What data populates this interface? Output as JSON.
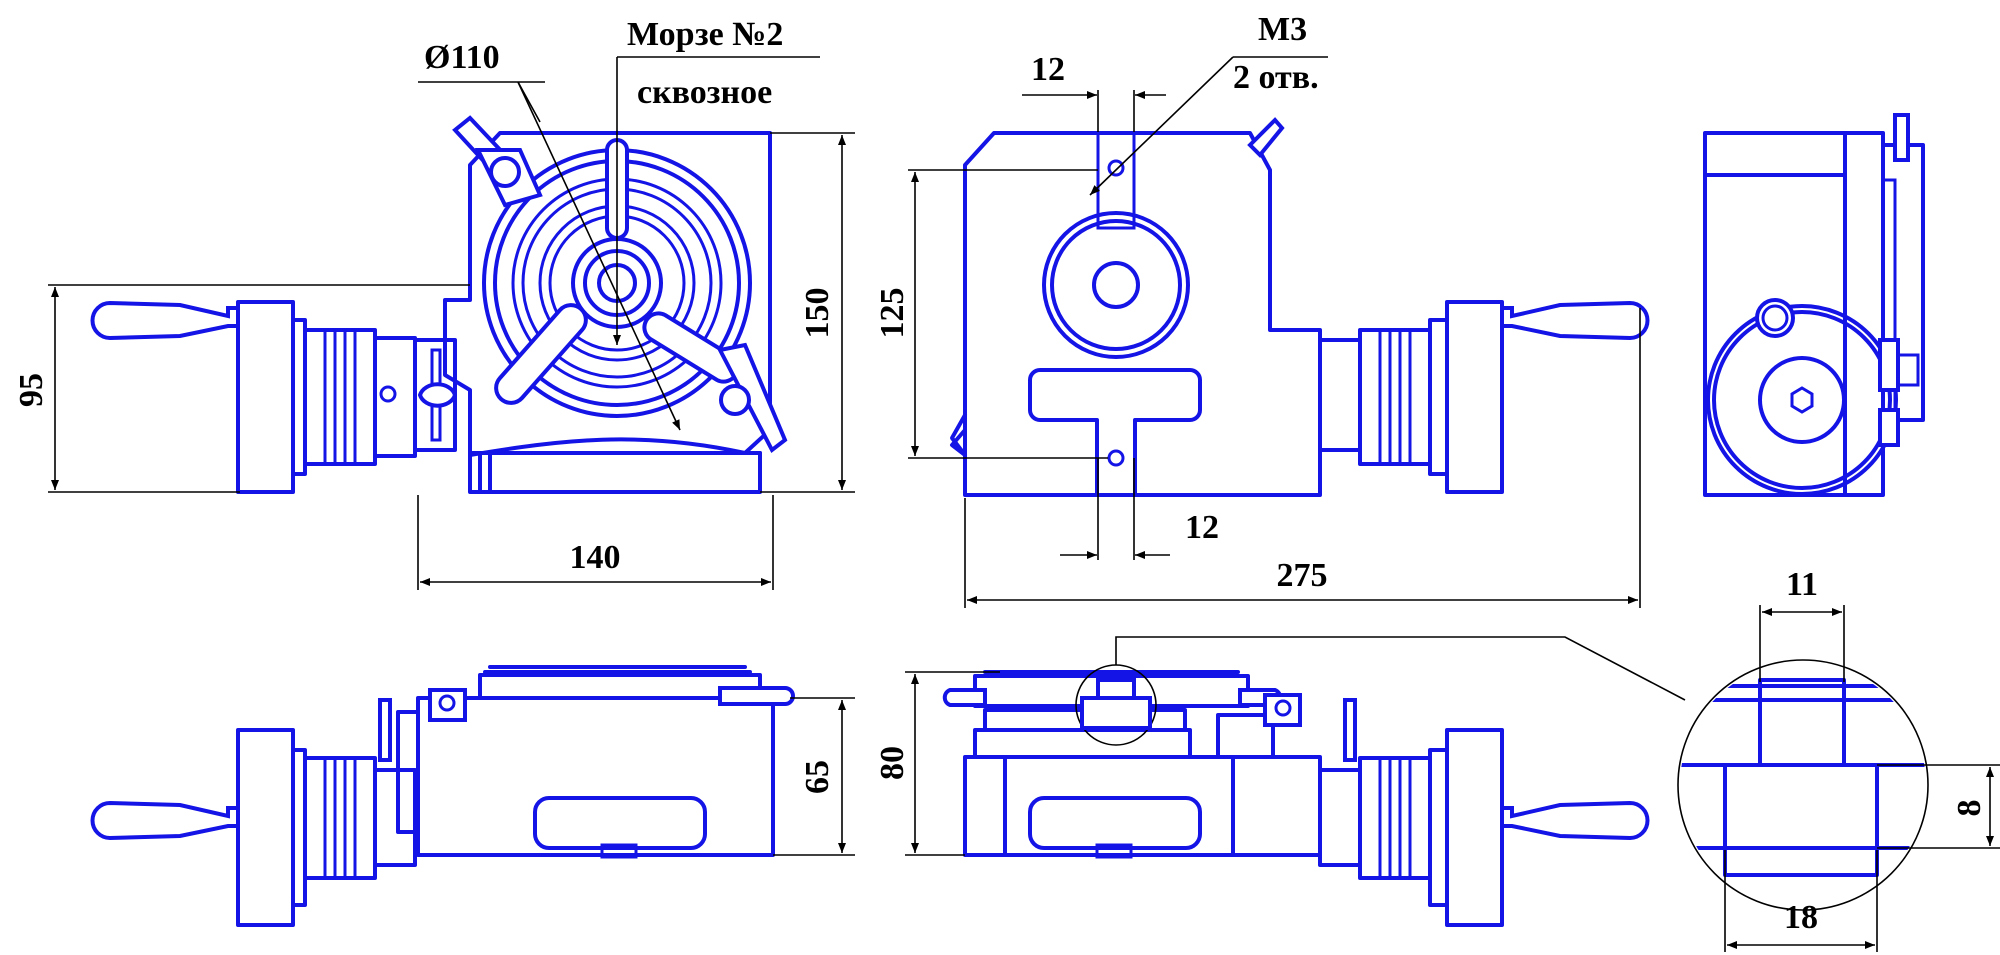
{
  "colors": {
    "part": "#1414e6",
    "dimension": "#000000",
    "background": "#ffffff"
  },
  "dimensions": {
    "d110": "Ø110",
    "morse_line1": "Морзе №2",
    "morse_line2": "сквозное",
    "m3": "М3",
    "m3_holes": "2 отв.",
    "d12_top": "12",
    "d12_bottom": "12",
    "d95": "95",
    "d150": "150",
    "d140": "140",
    "d125": "125",
    "d275": "275",
    "d65": "65",
    "d80": "80",
    "d11": "11",
    "d8": "8",
    "d18": "18"
  }
}
